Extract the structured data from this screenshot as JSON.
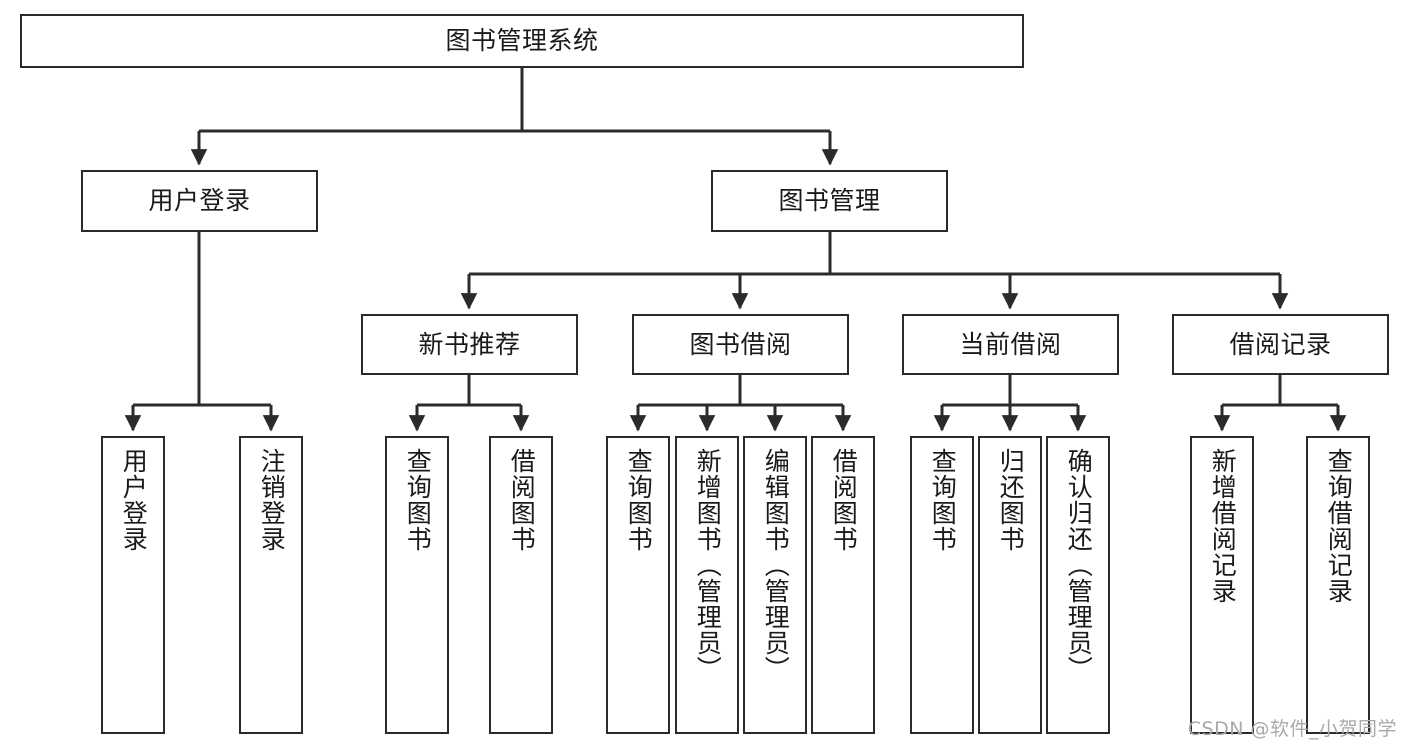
{
  "diagram": {
    "title": "图书管理系统",
    "type": "tree-hierarchy-diagram",
    "colors": {
      "box_border": "#2b2b2b",
      "box_fill": "#ffffff",
      "edge": "#2b2b2b",
      "text": "#1a1a1a",
      "watermark": "#a9a9a9",
      "background": "#ffffff"
    },
    "root": {
      "label": "图书管理系统"
    },
    "level2": [
      {
        "id": "user-login",
        "label": "用户登录"
      },
      {
        "id": "book-management",
        "label": "图书管理"
      }
    ],
    "level3": [
      {
        "id": "new-book-recommend",
        "label": "新书推荐"
      },
      {
        "id": "book-borrow",
        "label": "图书借阅"
      },
      {
        "id": "current-borrow",
        "label": "当前借阅"
      },
      {
        "id": "borrow-record",
        "label": "借阅记录"
      }
    ],
    "leaves": {
      "user_login": [
        {
          "id": "leaf-user-login",
          "label": "用户登录"
        },
        {
          "id": "leaf-logout",
          "label": "注销登录"
        }
      ],
      "new_book_recommend": [
        {
          "id": "leaf-query-book-1",
          "label": "查询图书"
        },
        {
          "id": "leaf-borrow-book-1",
          "label": "借阅图书"
        }
      ],
      "book_borrow": [
        {
          "id": "leaf-query-book-2",
          "label": "查询图书"
        },
        {
          "id": "leaf-add-book",
          "label": "新增图书（管理员）"
        },
        {
          "id": "leaf-edit-book",
          "label": "编辑图书（管理员）"
        },
        {
          "id": "leaf-borrow-book-2",
          "label": "借阅图书"
        }
      ],
      "current_borrow": [
        {
          "id": "leaf-query-book-3",
          "label": "查询图书"
        },
        {
          "id": "leaf-return-book",
          "label": "归还图书"
        },
        {
          "id": "leaf-confirm-return",
          "label": "确认归还（管理员）"
        }
      ],
      "borrow_record": [
        {
          "id": "leaf-add-record",
          "label": "新增借阅记录"
        },
        {
          "id": "leaf-query-record",
          "label": "查询借阅记录"
        }
      ]
    }
  },
  "watermark": {
    "text": "CSDN @软件_小贺同学"
  }
}
